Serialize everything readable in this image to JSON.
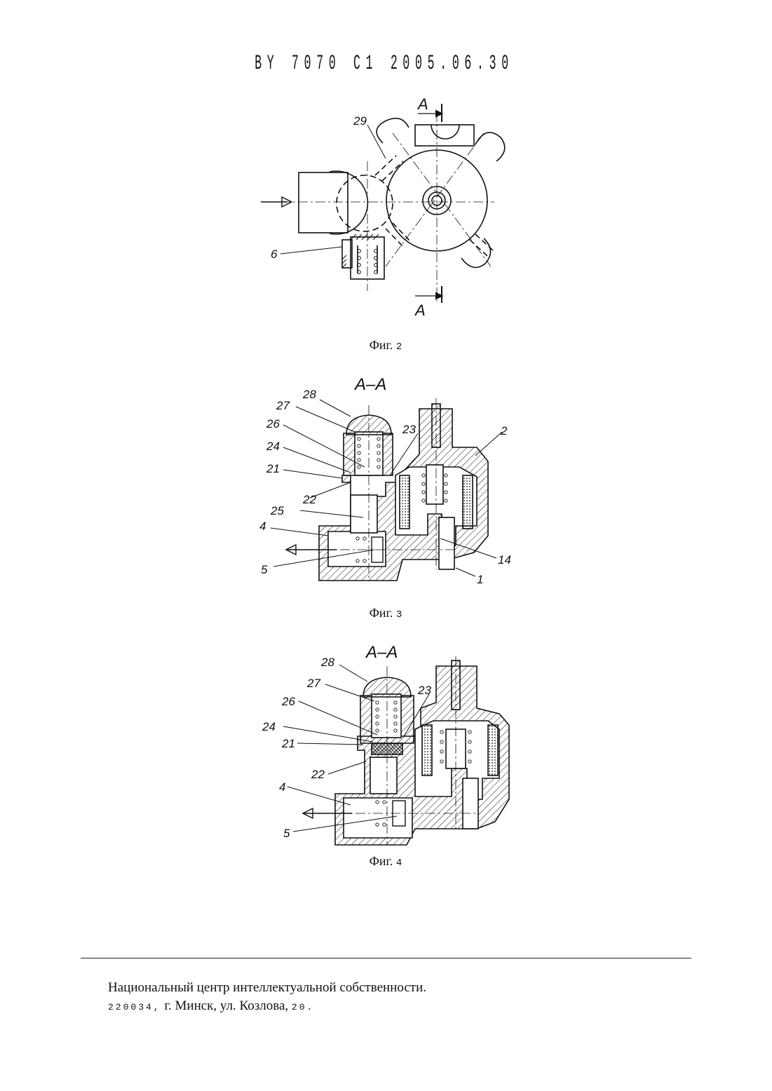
{
  "header": {
    "text": "BY 7070 C1 2005.06.30"
  },
  "figures": [
    {
      "id": "fig2",
      "caption_word": "Фиг.",
      "caption_num": "2",
      "labels": {
        "section_top": "A",
        "section_bottom": "A",
        "l29": "29",
        "l6": "6"
      }
    },
    {
      "id": "fig3",
      "caption_word": "Фиг.",
      "caption_num": "3",
      "title": "A–A",
      "labels": {
        "l28": "28",
        "l27": "27",
        "l26": "26",
        "l24": "24",
        "l21": "21",
        "l22": "22",
        "l25": "25",
        "l4": "4",
        "l5": "5",
        "l23": "23",
        "l2": "2",
        "l14": "14",
        "l1": "1"
      }
    },
    {
      "id": "fig4",
      "caption_word": "Фиг.",
      "caption_num": "4",
      "title": "A–A",
      "labels": {
        "l28": "28",
        "l27": "27",
        "l26": "26",
        "l24": "24",
        "l21": "21",
        "l22": "22",
        "l4": "4",
        "l5": "5",
        "l23": "23"
      }
    }
  ],
  "footer": {
    "line1": "Национальный центр интеллектуальной собственности.",
    "line2_num": "220034,",
    "line2_text": " г. Минск, ул. Козлова, ",
    "line2_end": "20."
  }
}
